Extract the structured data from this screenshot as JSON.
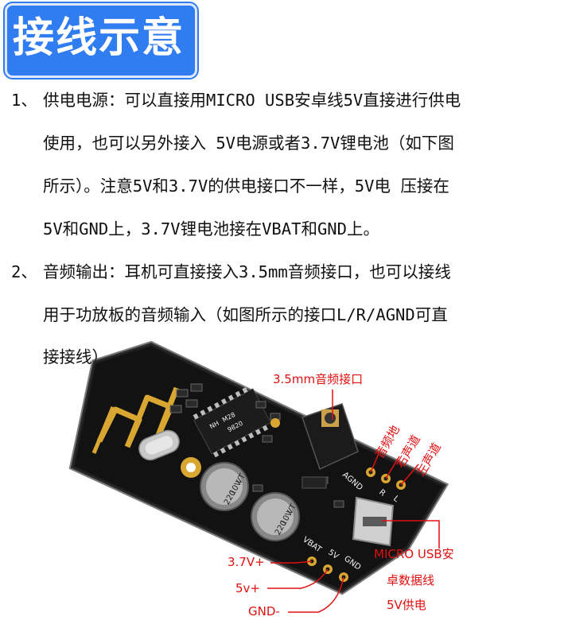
{
  "title": "接线示意图",
  "item1": {
    "num": "1、",
    "lines": [
      "供电电源：可以直接用MICRO USB安卓线5V直接进行供电",
      "使用，也可以另外接入 5V电源或者3.7V锂电池（如下图",
      "所示）。注意5V和3.7V的供电接口不一样，5V电 压接在",
      "5V和GND上，3.7V锂电池接在VBAT和GND上。"
    ]
  },
  "item2": {
    "num": "2、",
    "lines": [
      "音频输出：耳机可直接接入3.5mm音频接口，也可以接线",
      "用于功放板的音频输入（如图所示的接口L/R/AGND可直",
      "接接线）"
    ]
  },
  "labels": {
    "jack": "3.5mm音频接口",
    "audio_gnd": "音频地",
    "right_ch": "右声道",
    "left_ch": "左声道",
    "v37": "3.7V+",
    "v5": "5v+",
    "gnd": "GND-",
    "usb_line1": "MICRO USB安",
    "usb_line2": "卓数据线",
    "usb_line3": "5V供电"
  },
  "silk": {
    "agnd": "AGND",
    "r": "R",
    "l": "L",
    "vbat": "VBAT",
    "v5": "5V",
    "gnd": "GND",
    "chip": "M28",
    "chip_code": "NH",
    "chip_sub": "9820",
    "cap_val": "220",
    "cap_volt": "10V",
    "cap_mark": "VT"
  },
  "colors": {
    "title_bg": "#2f7df0",
    "board": "#121212",
    "gold": "#d9a631",
    "annotation": "#e01010"
  }
}
